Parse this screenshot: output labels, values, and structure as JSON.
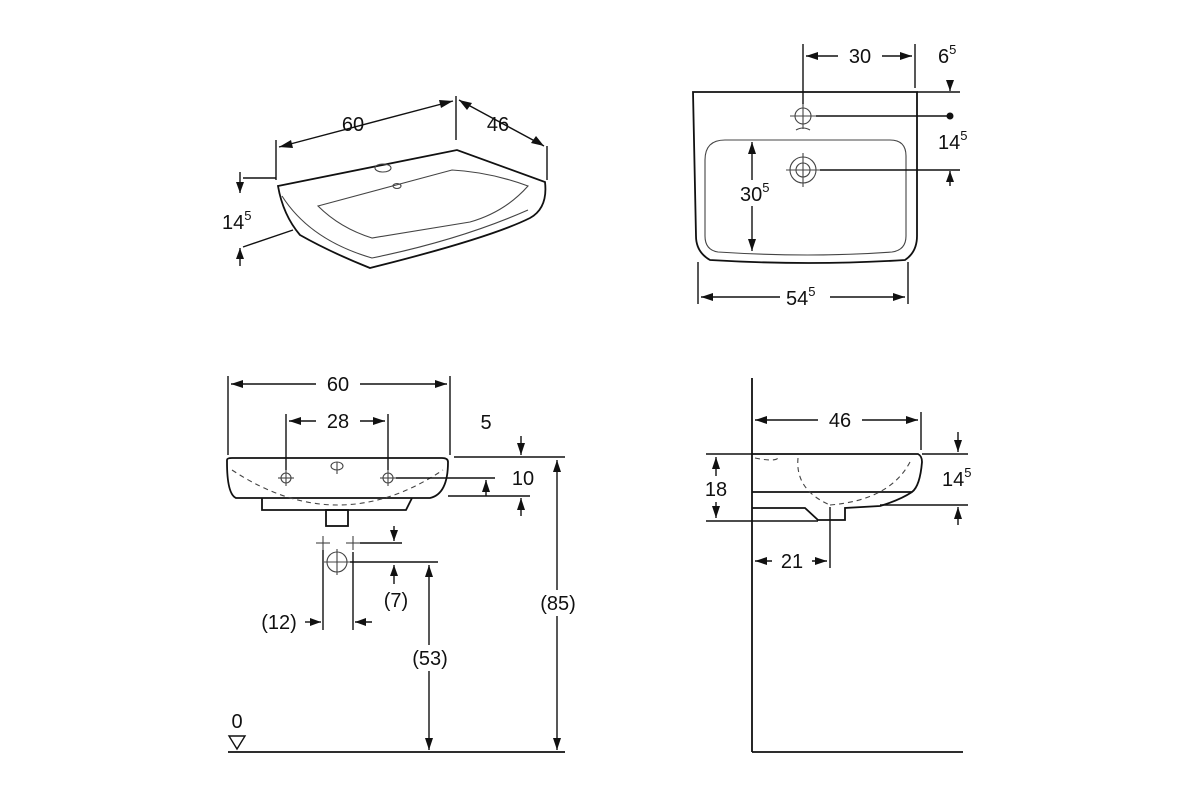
{
  "iso_view": {
    "width": "60",
    "depth": "46",
    "height": {
      "main": "14",
      "sup": "5"
    }
  },
  "top_view": {
    "tap_offset": "30",
    "tap_edge": {
      "main": "6",
      "sup": "5"
    },
    "tap_to_drain": {
      "main": "14",
      "sup": "5"
    },
    "bowl_depth": {
      "main": "30",
      "sup": "5"
    },
    "bowl_width": {
      "main": "54",
      "sup": "5"
    }
  },
  "front_view": {
    "width": "60",
    "hole_spacing": "28",
    "rim_top": "5",
    "hole_height": "10",
    "install_height": "(85)",
    "drain_height": "(53)",
    "drain_offset": "(7)",
    "supply_offset": "(12)",
    "floor_level": "0"
  },
  "side_view": {
    "depth": "46",
    "height": "18",
    "rim_height": {
      "main": "14",
      "sup": "5"
    },
    "drain_distance": "21"
  }
}
